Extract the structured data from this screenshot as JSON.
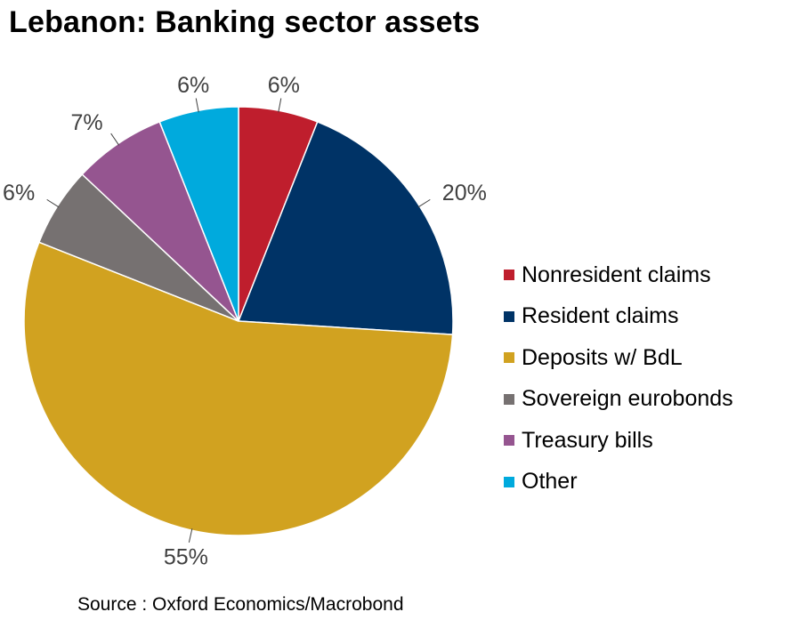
{
  "chart_data": {
    "type": "pie",
    "title": "Lebanon: Banking sector assets",
    "source": "Source : Oxford Economics/Macrobond",
    "legend_position": "right",
    "slices": [
      {
        "name": "Nonresident claims",
        "value": 6,
        "label": "6%",
        "color": "#bf1e2d"
      },
      {
        "name": "Resident claims",
        "value": 20,
        "label": "20%",
        "color": "#003366"
      },
      {
        "name": "Deposits w/ BdL",
        "value": 55,
        "label": "55%",
        "color": "#d1a220"
      },
      {
        "name": "Sovereign eurobonds",
        "value": 6,
        "label": "6%",
        "color": "#767171"
      },
      {
        "name": "Treasury bills",
        "value": 7,
        "label": "7%",
        "color": "#955590"
      },
      {
        "name": "Other",
        "value": 6,
        "label": "6%",
        "color": "#00aadd"
      }
    ]
  }
}
